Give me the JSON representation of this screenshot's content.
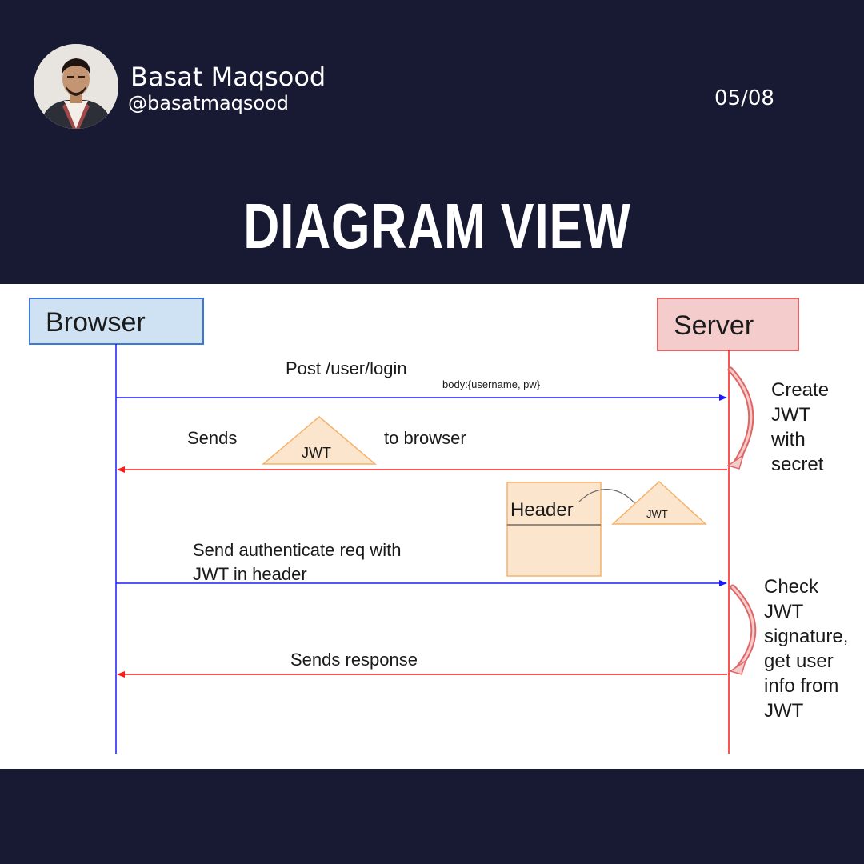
{
  "author": {
    "name": "Basat Maqsood",
    "handle": "@basatmaqsood"
  },
  "page_counter": "05/08",
  "title": "DIAGRAM VIEW",
  "diagram": {
    "participants": {
      "browser": "Browser",
      "server": "Server"
    },
    "messages": {
      "login": "Post /user/login",
      "login_body": "body:{username, pw}",
      "sends": "Sends",
      "jwt_token": "JWT",
      "to_browser": "to browser",
      "auth_line1": "Send authenticate req with",
      "auth_line2": "JWT in header",
      "response": "Sends response"
    },
    "header_box": {
      "label": "Header",
      "token": "JWT"
    },
    "notes": {
      "create": [
        "Create",
        "JWT",
        "with",
        "secret"
      ],
      "check": [
        "Check",
        "JWT",
        "signature,",
        "get user",
        "info from",
        "JWT"
      ]
    }
  },
  "colors": {
    "background": "#181a33",
    "request_arrow": "#1a1aff",
    "response_arrow": "#ff1a1a",
    "browser_box_fill": "#cfe2f3",
    "browser_box_stroke": "#3c78d8",
    "server_box_fill": "#f4cccc",
    "server_box_stroke": "#e06666",
    "token_fill": "#fce5cd",
    "token_stroke": "#f6b26b"
  }
}
